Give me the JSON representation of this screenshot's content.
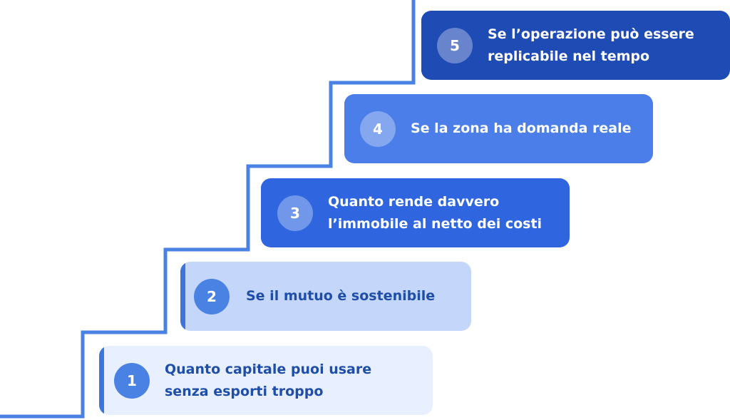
{
  "colors": {
    "stair_line": "#4a82e4",
    "step_1_bg": "#e8efff",
    "step_2_bg": "#c4d6fa",
    "step_3_bg": "#2f66e0",
    "step_4_bg": "#4b7ee8",
    "step_5_bg": "#1f4bb5",
    "dark_text": "#1f4ea8",
    "light_text": "#ffffff"
  },
  "steps": [
    {
      "number": "1",
      "line1": "Quanto capitale puoi usare",
      "line2": "senza esporti troppo"
    },
    {
      "number": "2",
      "line1": "Se il mutuo è sostenibile",
      "line2": ""
    },
    {
      "number": "3",
      "line1": "Quanto rende davvero",
      "line2": "l’immobile al netto dei costi"
    },
    {
      "number": "4",
      "line1": "Se la zona ha domanda reale",
      "line2": ""
    },
    {
      "number": "5",
      "line1": "Se l’operazione può essere",
      "line2": "replicabile nel tempo"
    }
  ]
}
